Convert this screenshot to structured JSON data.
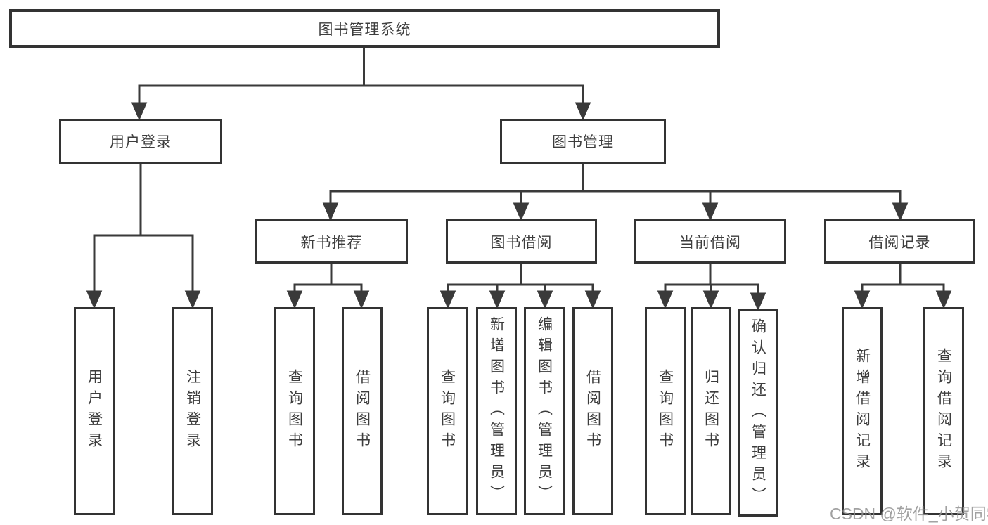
{
  "diagram": {
    "root": {
      "label": "图书管理系统"
    },
    "level2": {
      "user_login": {
        "label": "用户登录"
      },
      "book_mgmt": {
        "label": "图书管理"
      }
    },
    "modules": [
      {
        "label": "新书推荐"
      },
      {
        "label": "图书借阅"
      },
      {
        "label": "当前借阅"
      },
      {
        "label": "借阅记录"
      }
    ],
    "user_login_children": [
      "用户登录",
      "注销登录"
    ],
    "new_book_children": [
      "查询图书",
      "借阅图书"
    ],
    "book_borrow_children": [
      "查询图书",
      "新增图书（管理员）",
      "编辑图书（管理员）",
      "借阅图书"
    ],
    "current_borrow_children": [
      "查询图书",
      "归还图书",
      "确认归还（管理员）"
    ],
    "borrow_record_children": [
      "新增借阅记录",
      "查询借阅记录"
    ]
  },
  "colors": {
    "line": "#3a3a3a",
    "text": "#3d3d3d",
    "watermark": "#919191"
  },
  "watermark": {
    "text": "CSDN @软件_小贺同学"
  }
}
